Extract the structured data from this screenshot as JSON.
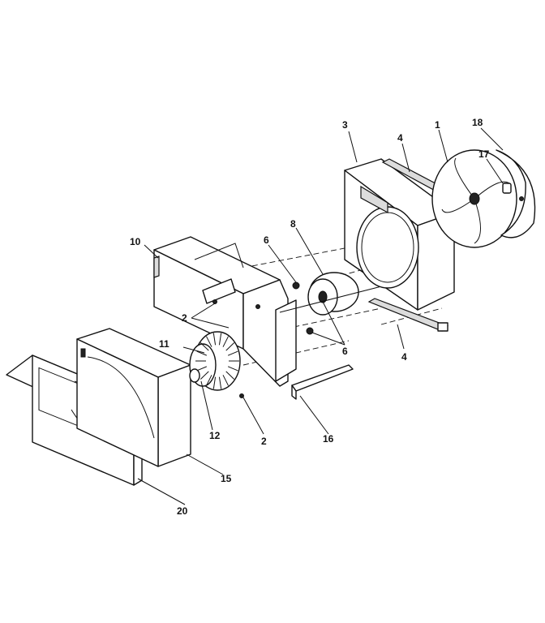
{
  "callouts": {
    "c1": "1",
    "c2a": "2",
    "c2b": "2",
    "c3": "3",
    "c4a": "4",
    "c4b": "4",
    "c6a": "6",
    "c6b": "6",
    "c8": "8",
    "c10": "10",
    "c11": "11",
    "c12": "12",
    "c15": "15",
    "c16": "16",
    "c17": "17",
    "c18": "18",
    "c20": "20"
  }
}
